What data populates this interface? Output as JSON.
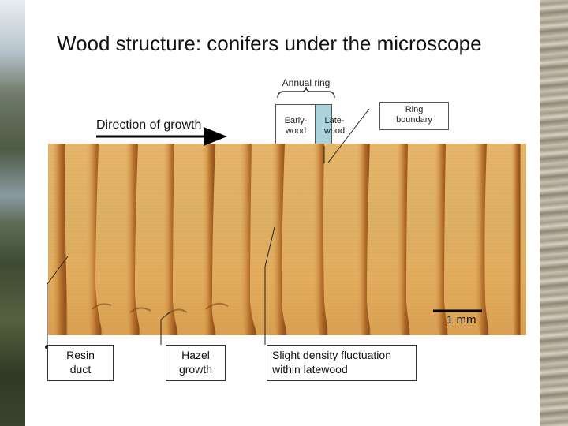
{
  "title": "Wood structure: conifers under the microscope",
  "annual_ring_label": "Annual ring",
  "direction_label": "Direction of growth",
  "earlywood_label": "Early-\nwood",
  "latewood_label": "Late-\nwood",
  "ring_boundary_label": "Ring\nboundary",
  "scale_label": "1 mm",
  "callouts": {
    "resin_duct": "Resin\nduct",
    "hazel_growth": "Hazel\ngrowth",
    "density": "Slight density fluctuation\nwithin latewood"
  },
  "colors": {
    "wood_light": "#e7b66b",
    "wood_dark": "#9a5a1c",
    "latewood_fill": "#a9d2da",
    "arrow": "#000000"
  }
}
